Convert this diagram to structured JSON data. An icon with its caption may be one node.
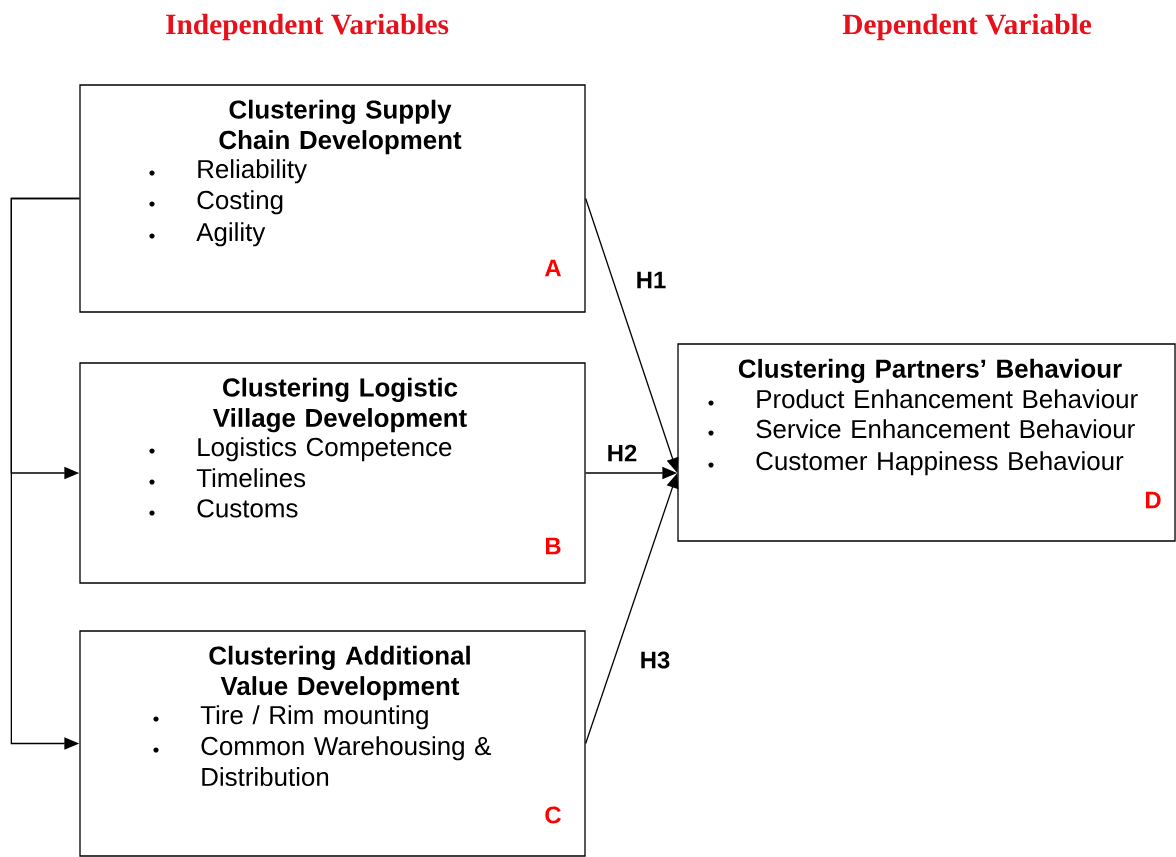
{
  "diagram": {
    "nodes": [
      {
        "text": [
          "Clustering Supply Chain Development",
          "Reliability",
          "Costing",
          "Agility",
          "A"
        ]
      },
      {
        "text": [
          "Clustering Logistic Village Development",
          "Logistics Competence",
          "Timelines",
          "Customs",
          "B"
        ]
      },
      {
        "text": [
          "Clustering Additional Value Development",
          "Tire / Rim mounting",
          "Common Warehousing & Distribution",
          "C"
        ]
      },
      {
        "text": [
          "Clustering Partners’ Behaviour",
          "Product Enhancement Behaviour",
          "Service Enhancement Behaviour",
          "Customer Happiness Behaviour",
          "D"
        ]
      }
    ],
    "edges": [
      {
        "from": 0,
        "to": 1,
        "arrow": "to"
      },
      {
        "from": 0,
        "to": 2,
        "arrow": "to"
      },
      {
        "from": 0,
        "to": 3,
        "arrow": "to",
        "label": "H1"
      },
      {
        "from": 1,
        "to": 3,
        "arrow": "to",
        "label": "H2"
      },
      {
        "from": 2,
        "to": 3,
        "arrow": "to",
        "label": "H3"
      }
    ],
    "labels": [
      "Independent Variables",
      "Dependent Variable"
    ]
  }
}
